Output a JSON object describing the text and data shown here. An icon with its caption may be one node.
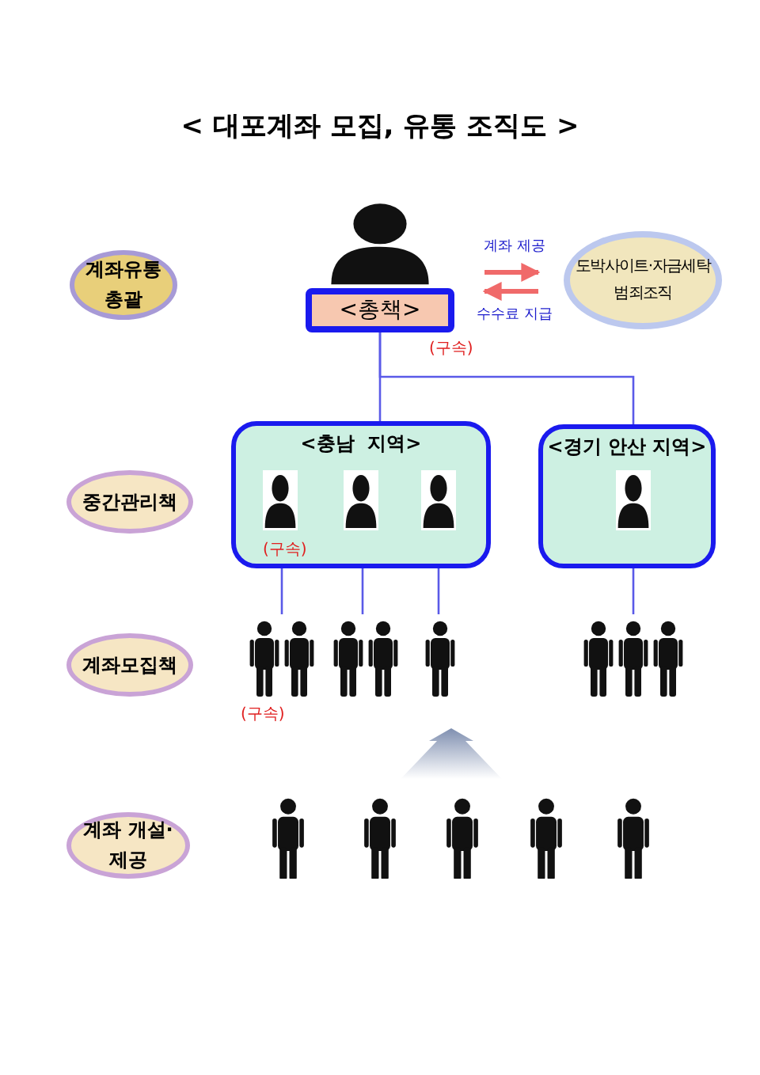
{
  "diagram": {
    "title": "< 대포계좌 모집, 유통 조직도 >",
    "nodes": [
      {
        "text": [
          "계좌유통 총괄"
        ]
      },
      {
        "text": [
          "<총책>"
        ],
        "beside": [
          "(구속)"
        ]
      },
      {
        "text": [
          "도박사이트·자금세탁 범죄조직"
        ]
      },
      {
        "text": [
          "중간관리책"
        ]
      },
      {
        "text": [
          "<충남  지역>"
        ]
      },
      {
        "text": [
          "<경기 안산 지역>"
        ]
      },
      {
        "text": [
          "계좌모집책"
        ]
      },
      {
        "text": [],
        "shape": "person"
      },
      {
        "text": [],
        "shape": "person"
      },
      {
        "text": [],
        "shape": "person"
      },
      {
        "text": [],
        "shape": "person"
      },
      {
        "text": [
          "계좌 개설·제공"
        ]
      }
    ],
    "edges": [
      {
        "from": 1,
        "to": 2,
        "arrow": "to",
        "label": "계좌 제공",
        "style": "thick",
        "color": "#f06a6a"
      },
      {
        "from": 2,
        "to": 1,
        "arrow": "to",
        "label": "수수료 지급",
        "style": "thick",
        "color": "#f06a6a"
      },
      {
        "from": 1,
        "to": 4,
        "arrow": "none"
      },
      {
        "from": 1,
        "to": 5,
        "arrow": "none"
      },
      {
        "from": 4,
        "to": 7,
        "arrow": "none"
      },
      {
        "from": 4,
        "to": 8,
        "arrow": "none"
      },
      {
        "from": 4,
        "to": 9,
        "arrow": "none"
      },
      {
        "from": 5,
        "to": 10,
        "arrow": "none"
      }
    ],
    "labels": [
      "(구속)",
      "(구속)"
    ]
  }
}
